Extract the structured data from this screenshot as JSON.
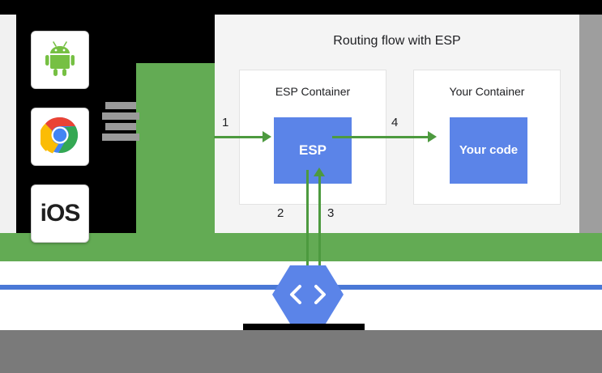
{
  "diagram": {
    "title": "Routing flow with ESP",
    "containers": [
      {
        "label": "ESP Container",
        "box_label": "ESP"
      },
      {
        "label": "Your Container",
        "box_label": "Your code"
      }
    ],
    "arrow_labels": [
      "1",
      "2",
      "3",
      "4"
    ],
    "clients": [
      {
        "name": "android-icon",
        "label": ""
      },
      {
        "name": "chrome-icon",
        "label": ""
      },
      {
        "name": "ios-icon",
        "label": "iOS"
      }
    ],
    "service_logo": {
      "name": "endpoints-hexagon-icon",
      "glyph": "<>"
    },
    "colors": {
      "accent_blue": "#5b84e8",
      "arrow_green": "#4d9a3f",
      "band_green": "#63ab54",
      "panel_bg": "#f4f4f4",
      "line_blue": "#4a78d6"
    }
  }
}
